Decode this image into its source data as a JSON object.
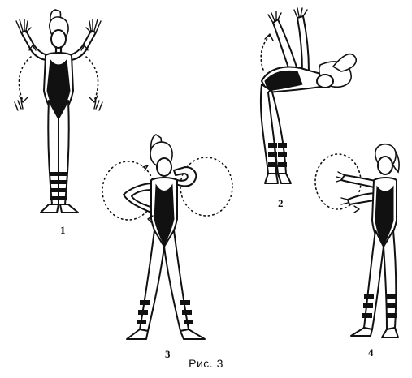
{
  "figures": [
    {
      "number": "1"
    },
    {
      "number": "2"
    },
    {
      "number": "3"
    },
    {
      "number": "4"
    }
  ],
  "caption": "Рис. 3"
}
